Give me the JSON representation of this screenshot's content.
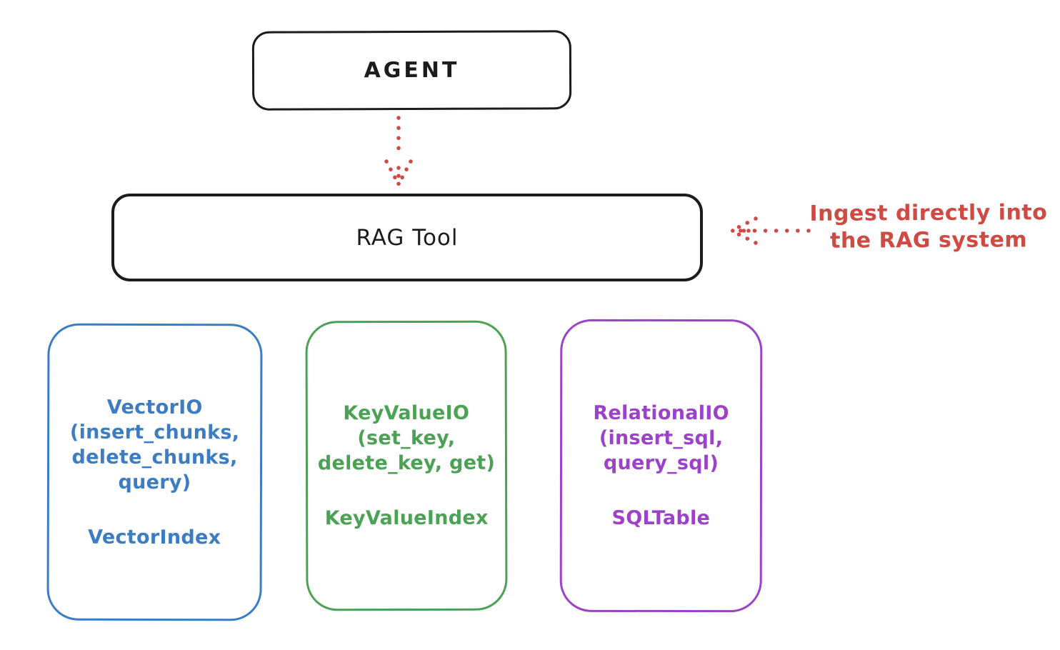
{
  "diagram": {
    "agent": {
      "label": "AGENT"
    },
    "rag_tool": {
      "label": "RAG Tool"
    },
    "annotation": {
      "text": "Ingest directly into\nthe RAG system"
    },
    "io_boxes": [
      {
        "name": "vector-io",
        "methods": "VectorIO\n(insert_chunks,\ndelete_chunks,\nquery)",
        "index": "VectorIndex"
      },
      {
        "name": "keyvalue-io",
        "methods": "KeyValueIO\n(set_key,\ndelete_key, get)",
        "index": "KeyValueIndex"
      },
      {
        "name": "relational-io",
        "methods": "RelationalIO\n(insert_sql,\nquery_sql)",
        "index": "SQLTable"
      }
    ],
    "colors": {
      "box_outline": "#1c1c1c",
      "annotation_red": "#cf4a42",
      "vector_blue": "#3b7cc3",
      "keyvalue_green": "#4ba154",
      "relational_purple": "#9c42c8"
    }
  }
}
